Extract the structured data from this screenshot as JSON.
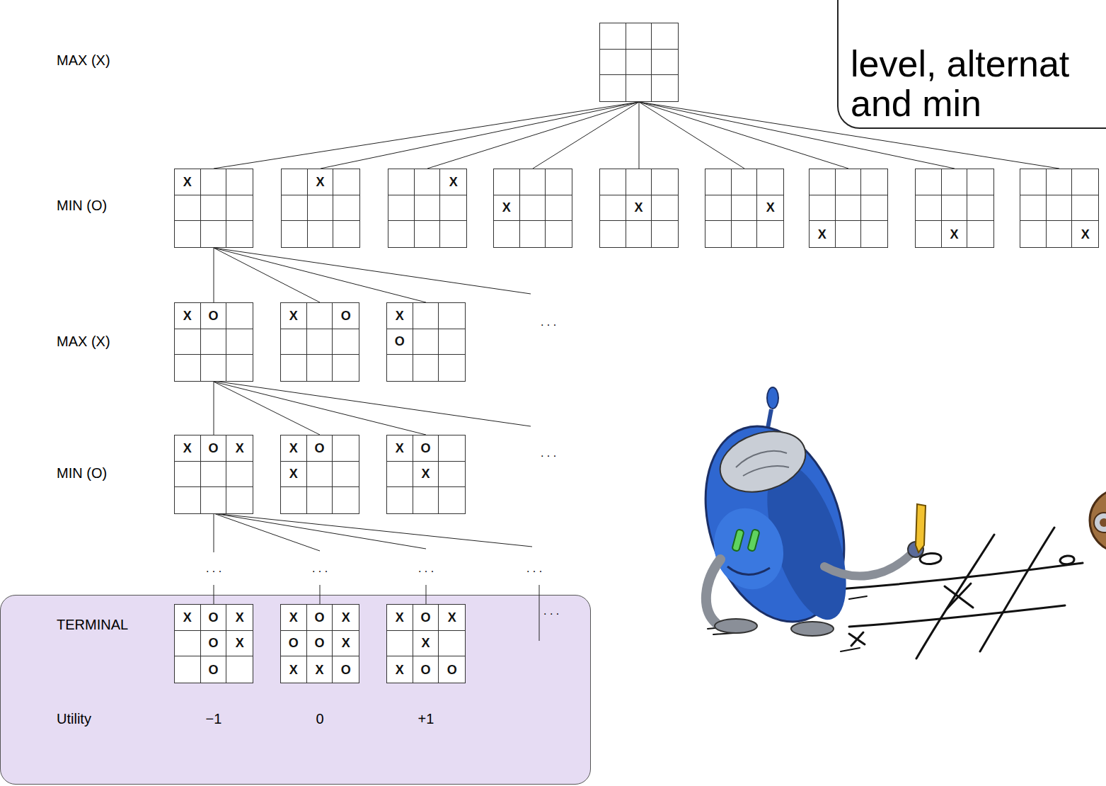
{
  "diagram": {
    "nodes": [
      {
        "text": []
      },
      {
        "text": [
          "level, alternat and min"
        ]
      },
      {
        "text": [
          "X"
        ]
      },
      {
        "text": [
          "X"
        ]
      },
      {
        "text": [
          "X"
        ]
      },
      {
        "text": [
          "X"
        ]
      },
      {
        "text": [
          "X"
        ]
      },
      {
        "text": [
          "X"
        ]
      },
      {
        "text": [
          "X"
        ]
      },
      {
        "text": [
          "X"
        ]
      },
      {
        "text": [
          "X"
        ]
      },
      {
        "text": [
          "X",
          "O"
        ]
      },
      {
        "text": [
          "X",
          "O"
        ]
      },
      {
        "text": [
          "X",
          "O"
        ]
      },
      {
        "text": [
          "X",
          "O",
          "X"
        ]
      },
      {
        "text": [
          "X",
          "O",
          "X"
        ]
      },
      {
        "text": [
          "X",
          "O",
          "X"
        ]
      },
      {
        "text": [
          "TERMINAL",
          ". . .",
          "Utility",
          "−1",
          "0",
          "+1"
        ]
      },
      {
        "text": [
          "X",
          "O",
          "X",
          "O",
          "X",
          "O"
        ],
        "in": 17
      },
      {
        "text": [
          "X",
          "O",
          "X",
          "O",
          "O",
          "X",
          "X",
          "X",
          "O"
        ],
        "in": 17
      },
      {
        "text": [
          "X",
          "O",
          "X",
          "X",
          "X",
          "O",
          "O"
        ],
        "in": 17
      }
    ],
    "edges": [
      {
        "from": 0,
        "to": 2,
        "arrow": "none"
      },
      {
        "from": 0,
        "to": 3,
        "arrow": "none"
      },
      {
        "from": 0,
        "to": 4,
        "arrow": "none"
      },
      {
        "from": 0,
        "to": 5,
        "arrow": "none"
      },
      {
        "from": 0,
        "to": 6,
        "arrow": "none"
      },
      {
        "from": 0,
        "to": 7,
        "arrow": "none"
      },
      {
        "from": 0,
        "to": 8,
        "arrow": "none"
      },
      {
        "from": 0,
        "to": 9,
        "arrow": "none"
      },
      {
        "from": 0,
        "to": 10,
        "arrow": "none"
      },
      {
        "from": 2,
        "to": 11,
        "arrow": "none"
      },
      {
        "from": 2,
        "to": 12,
        "arrow": "none"
      },
      {
        "from": 2,
        "to": 13,
        "arrow": "none"
      },
      {
        "from": 11,
        "to": 14,
        "arrow": "none"
      },
      {
        "from": 11,
        "to": 15,
        "arrow": "none"
      },
      {
        "from": 11,
        "to": 16,
        "arrow": "none"
      }
    ],
    "labels": [
      "MAX (X)",
      "MIN (O)",
      "MAX (X)",
      ". . .",
      "MIN (O)",
      ". . .",
      ". . .",
      ". . .",
      ". . .",
      ". . ."
    ]
  }
}
